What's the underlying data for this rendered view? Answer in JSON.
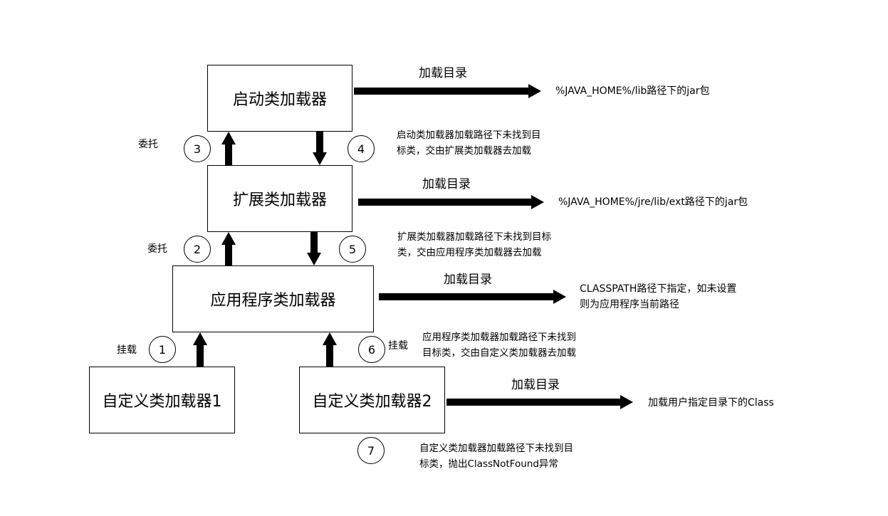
{
  "boxes": {
    "bootstrap": "启动类加载器",
    "extension": "扩展类加载器",
    "application": "应用程序类加载器",
    "custom1": "自定义类加载器1",
    "custom2": "自定义类加载器2"
  },
  "load_dir_label": "加载目录",
  "load_targets": {
    "bootstrap": "%JAVA_HOME%/lib路径下的jar包",
    "extension": "%JAVA_HOME%/jre/lib/ext路径下的jar包",
    "application_line1": "CLASSPATH路径下指定，如未设置",
    "application_line2": "则为应用程序当前路径",
    "custom2": "加载用户指定目录下的Class"
  },
  "steps": {
    "s1": "1",
    "s2": "2",
    "s3": "3",
    "s4": "4",
    "s5": "5",
    "s6": "6",
    "s7": "7"
  },
  "step_labels": {
    "delegate": "委托",
    "mount": "挂载"
  },
  "notes": {
    "n4_line1": "启动类加载器加载路径下未找到目",
    "n4_line2": "标类，交由扩展类加载器去加载",
    "n5_line1": "扩展类加载器加载路径下未找到目标",
    "n5_line2": "类，交由应用程序类加载器去加载",
    "n6_line1": "应用程序类加载器加载路径下未找到",
    "n6_line2": "目标类，交由自定义类加载器去加载",
    "n7_line1": "自定义类加载器加载路径下未找到目",
    "n7_line2": "标类，抛出ClassNotFound异常"
  }
}
